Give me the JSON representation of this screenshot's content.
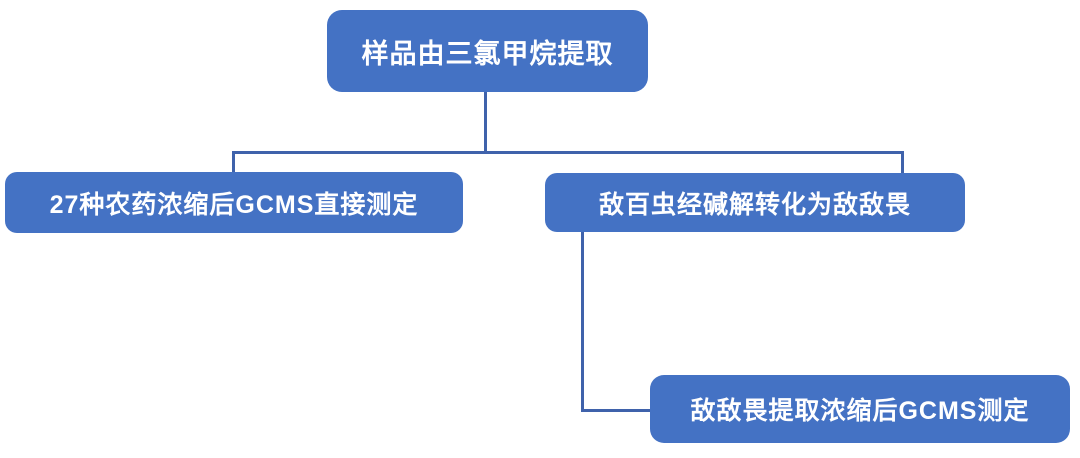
{
  "diagram": {
    "type": "flowchart",
    "colors": {
      "node_fill": "#4472C4",
      "node_text": "#ffffff",
      "connector": "#3f62ab",
      "background": "#ffffff"
    },
    "nodes": {
      "root": {
        "label": "样品由三氯甲烷提取"
      },
      "left": {
        "label": "27种农药浓缩后GCMS直接测定"
      },
      "right": {
        "label": "敌百虫经碱解转化为敌敌畏"
      },
      "bottom": {
        "label": "敌敌畏提取浓缩后GCMS测定"
      }
    },
    "edges": [
      {
        "from": "root",
        "to": "left"
      },
      {
        "from": "root",
        "to": "right"
      },
      {
        "from": "right",
        "to": "bottom"
      }
    ]
  }
}
